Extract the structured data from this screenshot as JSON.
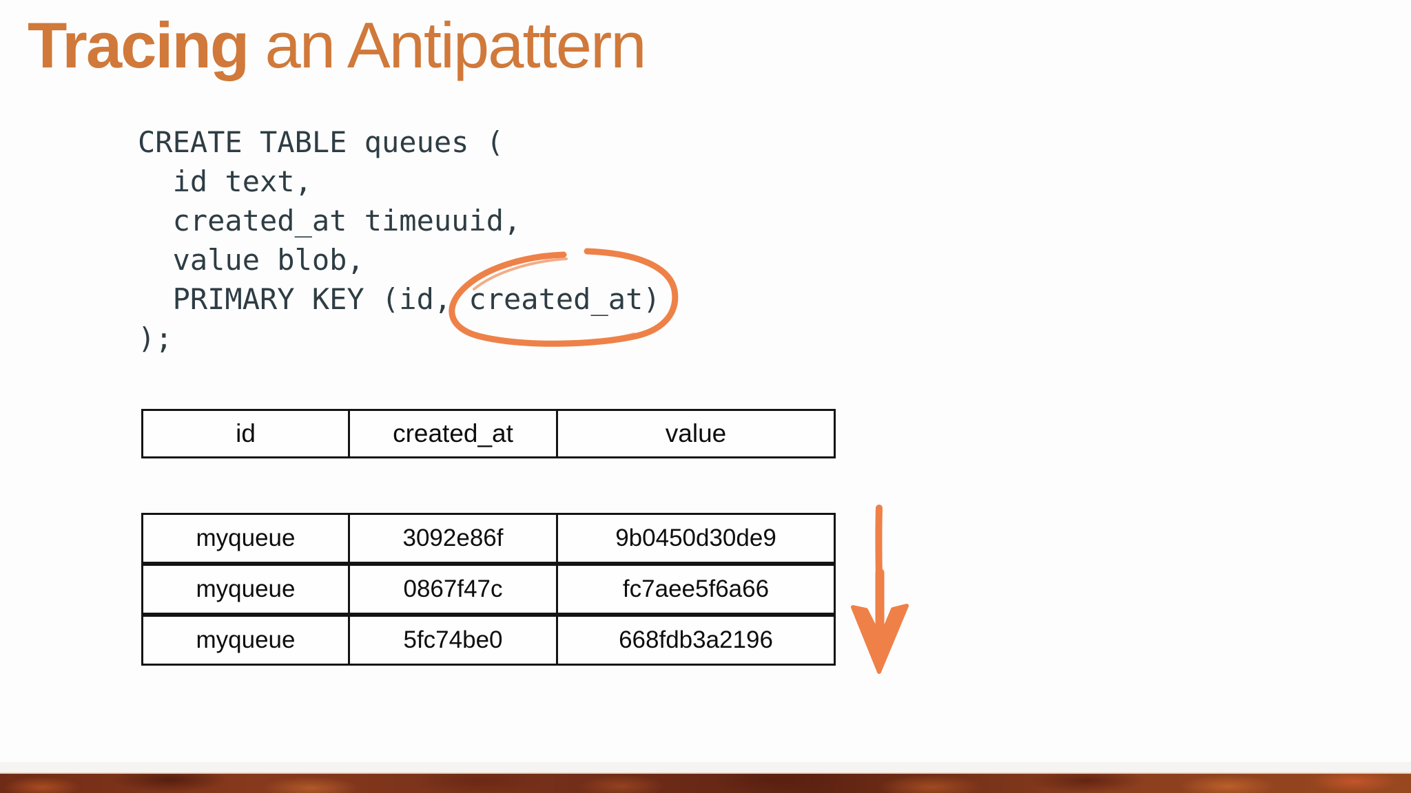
{
  "slide": {
    "title": {
      "full_text": "Tracing an Antipattern",
      "emphasis": "Tracing",
      "rest": " an Antipattern"
    },
    "code": {
      "language": "CQL",
      "lines": [
        "CREATE TABLE queues (",
        "  id text,",
        "  created_at timeuuid,",
        "  value blob,",
        "  PRIMARY KEY (id, created_at)",
        ");"
      ],
      "circled_text": "created_at)"
    },
    "schema_table": {
      "headers": [
        "id",
        "created_at",
        "value"
      ]
    },
    "data_table": {
      "rows": [
        [
          "myqueue",
          "3092e86f",
          "9b0450d30de9"
        ],
        [
          "myqueue",
          "0867f47c",
          "fc7aee5f6a66"
        ],
        [
          "myqueue",
          "5fc74be0",
          "668fdb3a2196"
        ]
      ]
    },
    "annotations": {
      "circle": "hand-drawn circle around created_at clustering column",
      "arrow": "hand-drawn downward arrow beside data rows"
    },
    "colors": {
      "title_orange": "#d0793a",
      "annotation_orange": "#ee8148",
      "code_text": "#2e3d44",
      "table_border": "#141414",
      "bottom_strip": "#f5f4f2",
      "texture_base": "#76301a"
    }
  }
}
